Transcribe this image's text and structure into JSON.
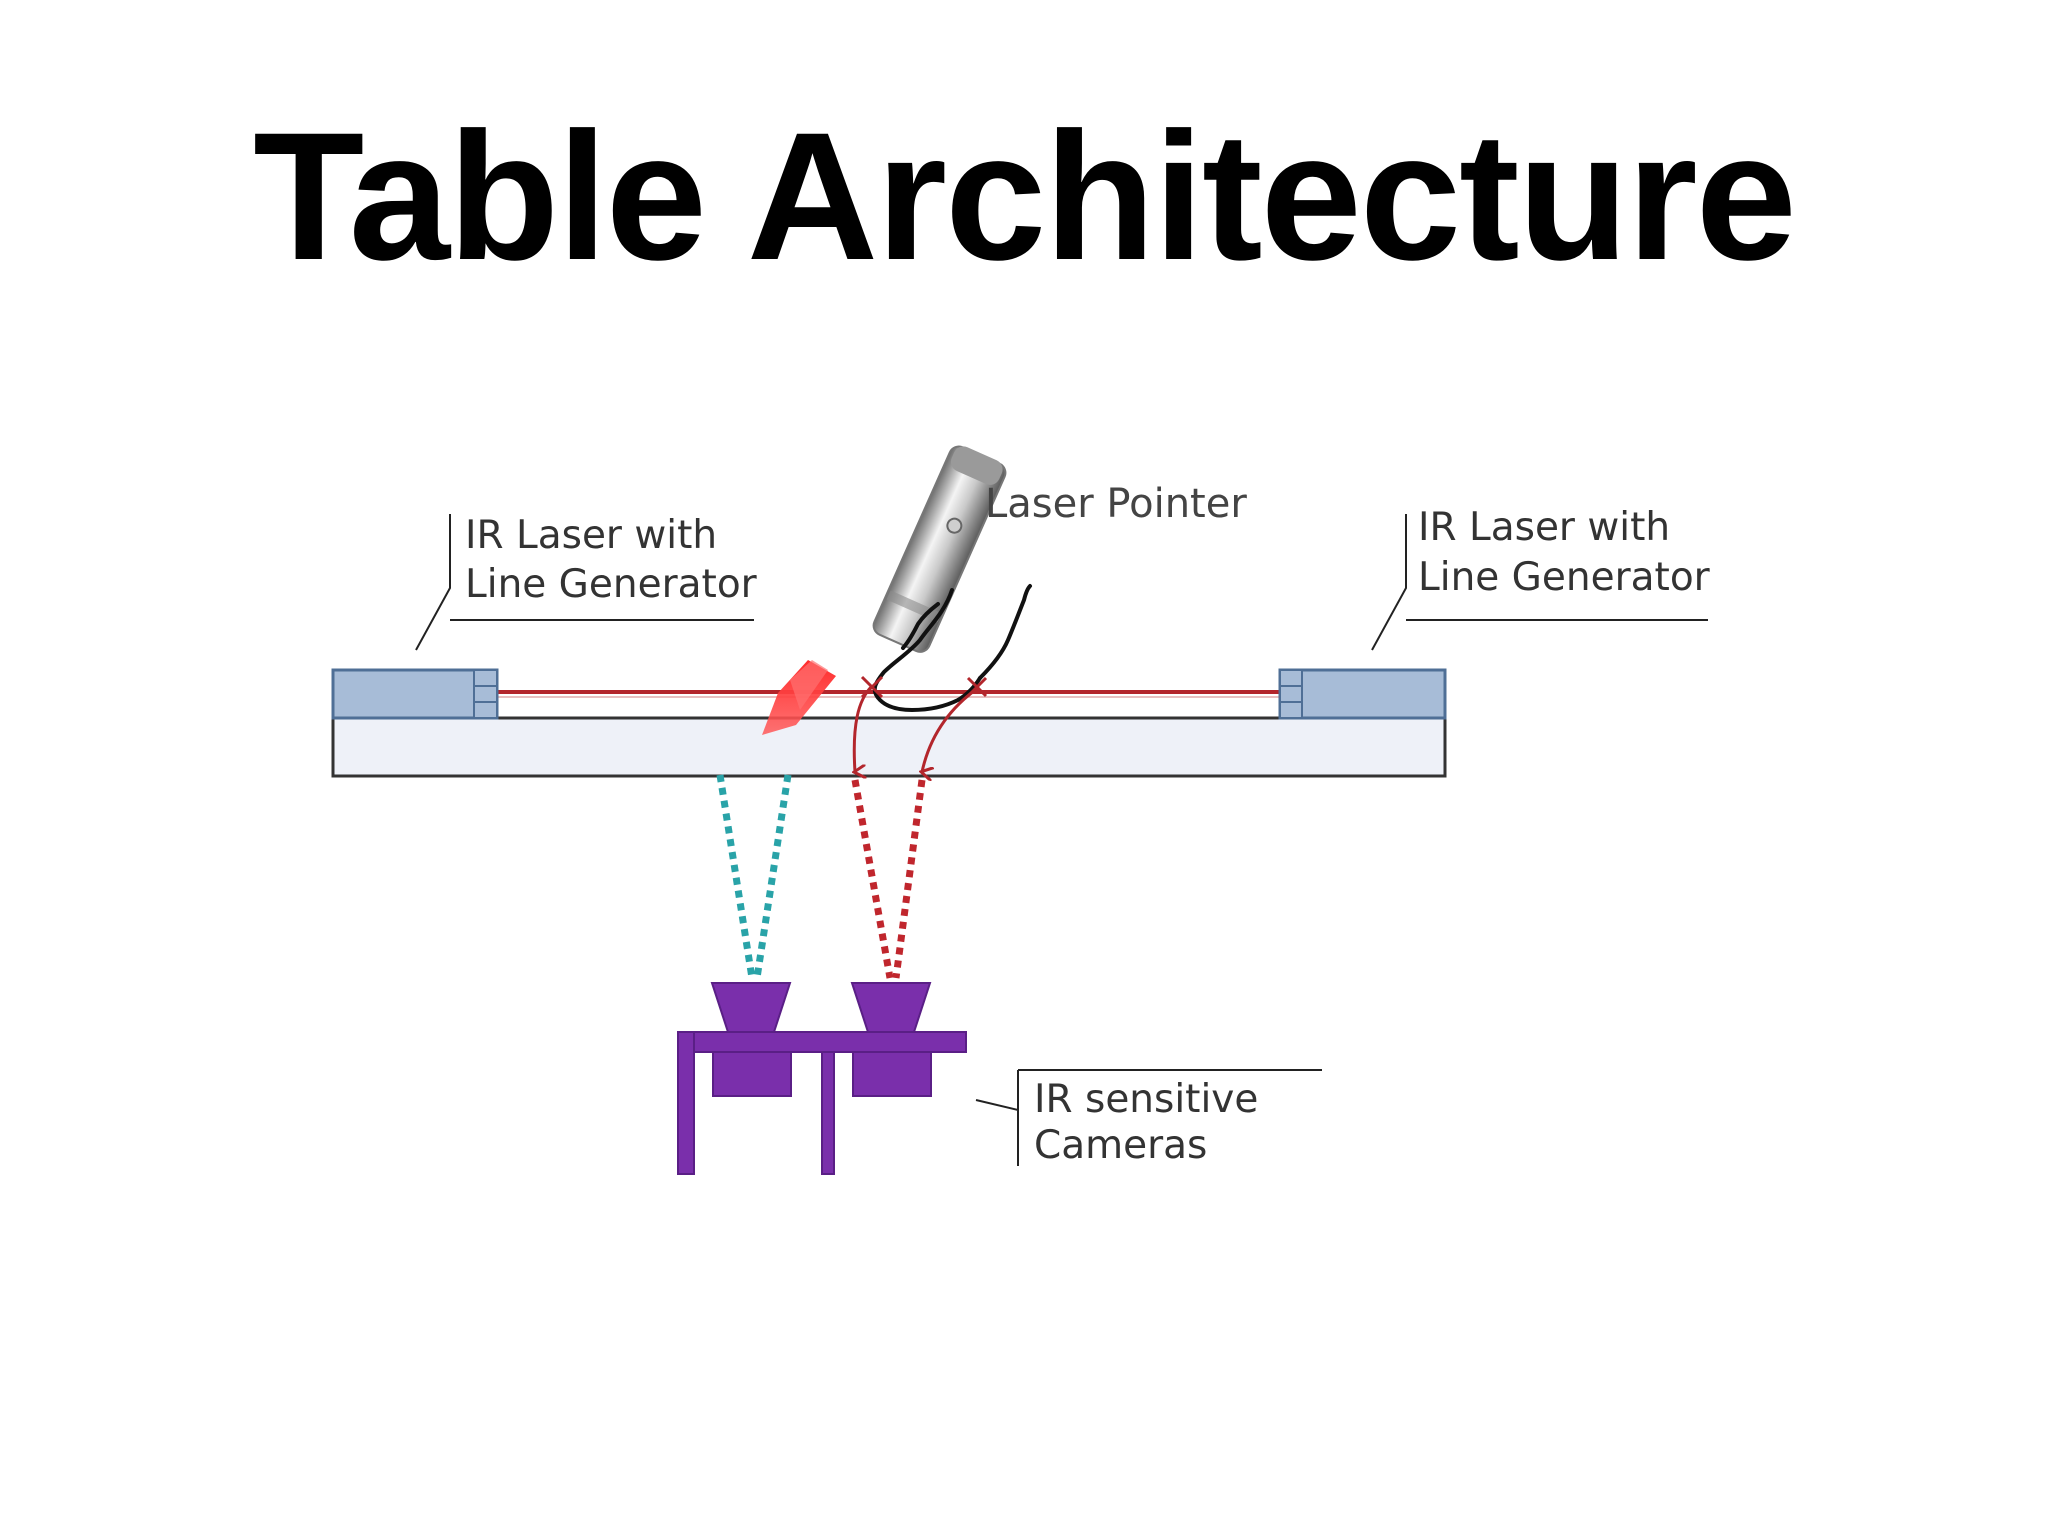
{
  "title": "Table Architecture",
  "labels": {
    "laser_left": [
      "IR Laser with",
      "Line Generator"
    ],
    "laser_right": [
      "IR Laser with",
      "Line Generator"
    ],
    "pointer": "Laser Pointer",
    "cameras": [
      "IR sensitive",
      "Cameras"
    ]
  },
  "colors": {
    "laser_box": "#a7bcd7",
    "laser_box_edge": "#4f6f96",
    "table_surface": "#eef1f8",
    "ir_beam": "#b3262c",
    "camera_purple": "#7a2fab",
    "dotted_cyan": "#29a3a8",
    "dotted_red": "#c0262d"
  },
  "icons": [
    "laser-pointer-icon",
    "finger-sketch-icon",
    "camera-icon"
  ]
}
